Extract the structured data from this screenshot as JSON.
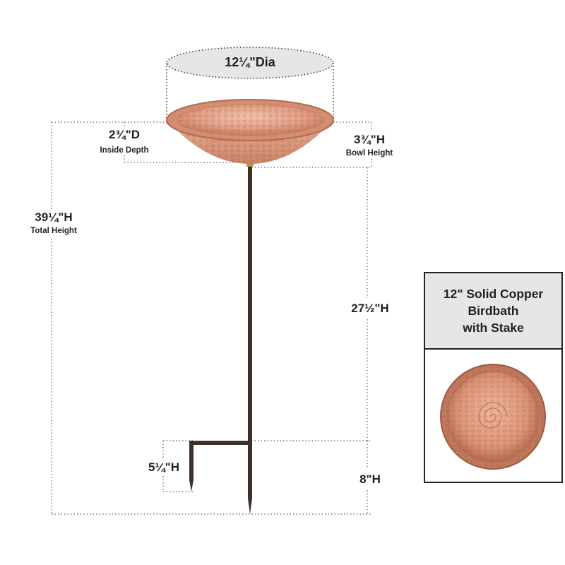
{
  "diameter": {
    "label": "12¼\"Dia"
  },
  "inside_depth": {
    "value": "2¾\"D",
    "caption": "Inside Depth"
  },
  "bowl_height": {
    "value": "3¾\"H",
    "caption": "Bowl Height"
  },
  "total_height": {
    "value": "39¼\"H",
    "caption": "Total Height"
  },
  "stem_height": {
    "value": "27½\"H"
  },
  "stake_height": {
    "value": "5¼\"H"
  },
  "ground_depth": {
    "value": "8\"H"
  },
  "product": {
    "title_lines": [
      "12\" Solid Copper",
      "Birdbath",
      "with Stake"
    ]
  },
  "colors": {
    "copper": "#d9957a",
    "copper_dark": "#b86a4c",
    "stake": "#3f2f27",
    "dim_line": "#777777",
    "panel": "#e6e6e6"
  }
}
